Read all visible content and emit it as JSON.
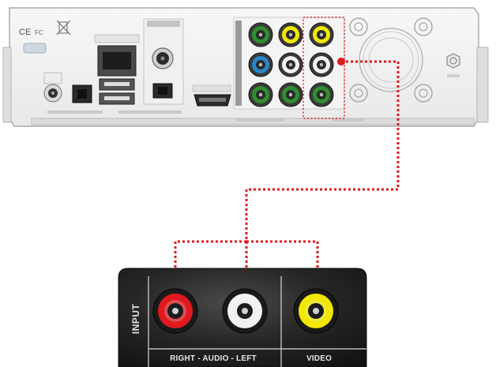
{
  "device": {
    "marks": {
      "ce": "CE",
      "fc": "FC"
    }
  },
  "tv_panel": {
    "input_label": "INPUT",
    "audio_label": "RIGHT - AUDIO - LEFT",
    "video_label": "VIDEO"
  },
  "colors": {
    "wire": "#e0191e",
    "jack_red": "#e0191e",
    "jack_white": "#f2f2f2",
    "jack_yellow": "#f1e800",
    "jack_green": "#2f8f2f",
    "jack_blue": "#2a86c8",
    "panel_bg": "#1b1b1b"
  }
}
